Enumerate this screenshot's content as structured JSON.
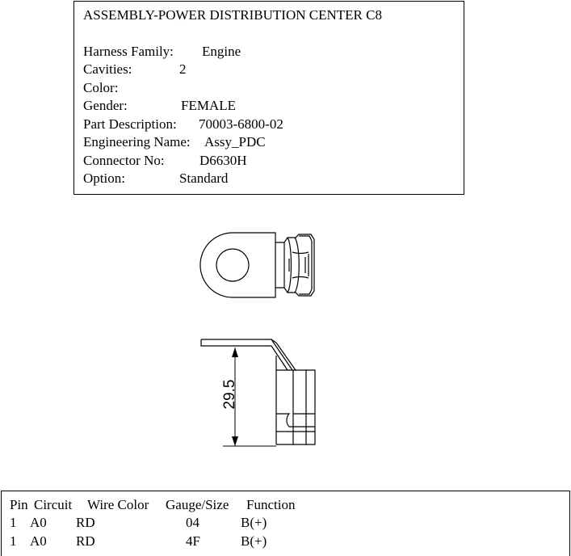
{
  "info": {
    "title": "ASSEMBLY-POWER DISTRIBUTION CENTER C8",
    "rows": [
      {
        "label": "Harness Family:",
        "value": "Engine"
      },
      {
        "label": "Cavities:",
        "value": "2"
      },
      {
        "label": "Color:",
        "value": ""
      },
      {
        "label": "Gender:",
        "value": "FEMALE"
      },
      {
        "label": "Part Description:",
        "value": "70003-6800-02"
      },
      {
        "label": "Engineering Name:",
        "value": "Assy_PDC"
      },
      {
        "label": "Connector No:",
        "value": "D6630H"
      },
      {
        "label": "Option:",
        "value": "Standard"
      }
    ]
  },
  "drawing": {
    "dimension_label": "29.5"
  },
  "pin_table": {
    "headers": [
      "Pin",
      "Circuit",
      "Wire Color",
      "Gauge/Size",
      "Function"
    ],
    "rows": [
      [
        "1",
        "A0",
        "RD",
        "04",
        "B(+)"
      ],
      [
        "1",
        "A0",
        "RD",
        "4F",
        "B(+)"
      ]
    ]
  }
}
